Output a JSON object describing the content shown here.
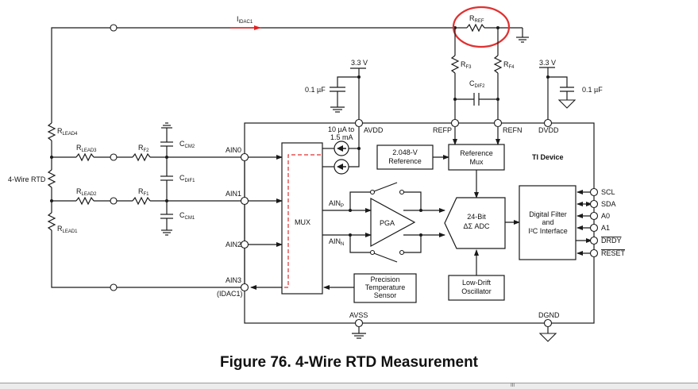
{
  "figure": {
    "caption": "Figure 76.  4-Wire RTD Measurement",
    "device_label": "TI Device"
  },
  "current_label": {
    "main": "I",
    "sub": "IDAC1"
  },
  "components": {
    "rref": {
      "main": "R",
      "sub": "REF"
    },
    "rf3": {
      "main": "R",
      "sub": "F3"
    },
    "rf4": {
      "main": "R",
      "sub": "F4"
    },
    "cdif2": {
      "main": "C",
      "sub": "DIF2"
    },
    "rlead4": {
      "main": "R",
      "sub": "LEAD4"
    },
    "rlead3": {
      "main": "R",
      "sub": "LEAD3"
    },
    "rlead2": {
      "main": "R",
      "sub": "LEAD2"
    },
    "rlead1": {
      "main": "R",
      "sub": "LEAD1"
    },
    "rf2": {
      "main": "R",
      "sub": "F2"
    },
    "rf1": {
      "main": "R",
      "sub": "F1"
    },
    "ccm2": {
      "main": "C",
      "sub": "CM2"
    },
    "cdif1": {
      "main": "C",
      "sub": "DIF1"
    },
    "ccm1": {
      "main": "C",
      "sub": "CM1"
    },
    "rtd": "4-Wire RTD"
  },
  "supplies": {
    "avdd_voltage": "3.3 V",
    "dvdd_voltage": "3.3 V",
    "avdd_cap": "0.1 µF",
    "dvdd_cap": "0.1 µF"
  },
  "idac_range": [
    "10 µA to",
    "1.5 mA"
  ],
  "pins": {
    "avdd": "AVDD",
    "refp": "REFP",
    "refn": "REFN",
    "dvdd": "DVDD",
    "ain0": "AIN0",
    "ain1": "AIN1",
    "ain2": "AIN2",
    "ain3": "AIN3",
    "ain3_note": "(IDAC1)",
    "avss": "AVSS",
    "dgnd": "DGND",
    "scl": "SCL",
    "sda": "SDA",
    "a0": "A0",
    "a1": "A1",
    "drdy": "DRDY",
    "reset": "RESET"
  },
  "blocks": {
    "mux": "MUX",
    "pga": "PGA",
    "ref_2048": [
      "2.048-V",
      "Reference"
    ],
    "ref_mux": [
      "Reference",
      "Mux"
    ],
    "adc": [
      "24-Bit",
      "ΔΣ ADC"
    ],
    "digital": [
      "Digital Filter",
      "and",
      "I²C Interface"
    ],
    "temp_sensor": [
      "Precision",
      "Temperature",
      "Sensor"
    ],
    "oscillator": [
      "Low-Drift",
      "Oscillator"
    ]
  },
  "signals": {
    "ainp": {
      "main": "AIN",
      "sub": "P"
    },
    "ainn": {
      "main": "AIN",
      "sub": "N"
    }
  },
  "annotation": {
    "highlight_color": "#e03030",
    "current_path_color": "#e03030"
  },
  "statusbar": {
    "grip": "III"
  }
}
